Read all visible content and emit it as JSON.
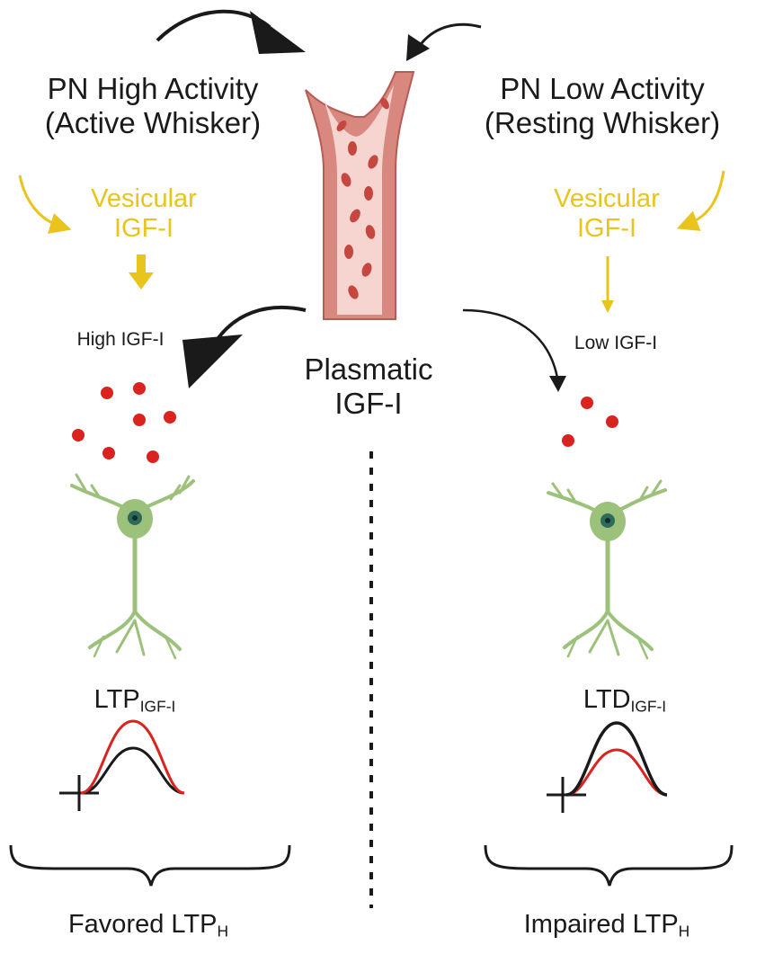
{
  "left": {
    "title_line1": "PN High Activity",
    "title_line2": "(Active Whisker)",
    "vesicular_line1": "Vesicular",
    "vesicular_line2": "IGF-I",
    "level_label": "High IGF-I",
    "plasticity_main": "LTP",
    "plasticity_sub": "IGF-I",
    "outcome_main": "Favored LTP",
    "outcome_sub": "H"
  },
  "right": {
    "title_line1": "PN Low Activity",
    "title_line2": "(Resting Whisker)",
    "vesicular_line1": "Vesicular",
    "vesicular_line2": "IGF-I",
    "level_label": "Low IGF-I",
    "plasticity_main": "LTD",
    "plasticity_sub": "IGF-I",
    "outcome_main": "Impaired LTP",
    "outcome_sub": "H"
  },
  "center": {
    "plasmatic_line1": "Plasmatic",
    "plasmatic_line2": "IGF-I"
  },
  "colors": {
    "vesicular": "#e8c41d",
    "igf_dot": "#d9231f",
    "neuron": "#9cc17a",
    "vessel": "#d98880",
    "arrow": "#1a1a1a"
  }
}
